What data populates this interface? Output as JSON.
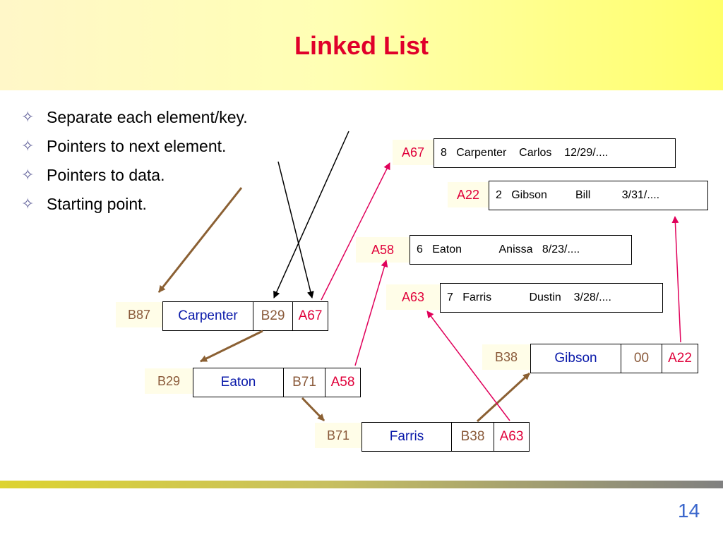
{
  "slide": {
    "title": "Linked List",
    "page_number": "14",
    "bullets": [
      "Separate each element/key.",
      "Pointers to next element.",
      "Pointers to data.",
      "Starting point."
    ],
    "bullet_glyph": "✧"
  },
  "nodes": {
    "carpenter": {
      "addr": "B87",
      "name": "Carpenter",
      "next": "B29",
      "data": "A67"
    },
    "eaton": {
      "addr": "B29",
      "name": "Eaton",
      "next": "B71",
      "data": "A58"
    },
    "farris": {
      "addr": "B71",
      "name": "Farris",
      "next": "B38",
      "data": "A63"
    },
    "gibson": {
      "addr": "B38",
      "name": "Gibson",
      "next": "00",
      "data": "A22"
    }
  },
  "records": {
    "a67": {
      "addr": "A67",
      "text": "8   Carpenter    Carlos    12/29/...."
    },
    "a22": {
      "addr": "A22",
      "text": "2   Gibson         Bill          3/31/...."
    },
    "a58": {
      "addr": "A58",
      "text": "6   Eaton            Anissa   8/23/...."
    },
    "a63": {
      "addr": "A63",
      "text": "7   Farris            Dustin    3/28/...."
    }
  },
  "colors": {
    "title": "#e0002a",
    "next_arrow": "#8b6033",
    "data_arrow": "#e0005a",
    "key_arrow": "#000000"
  }
}
